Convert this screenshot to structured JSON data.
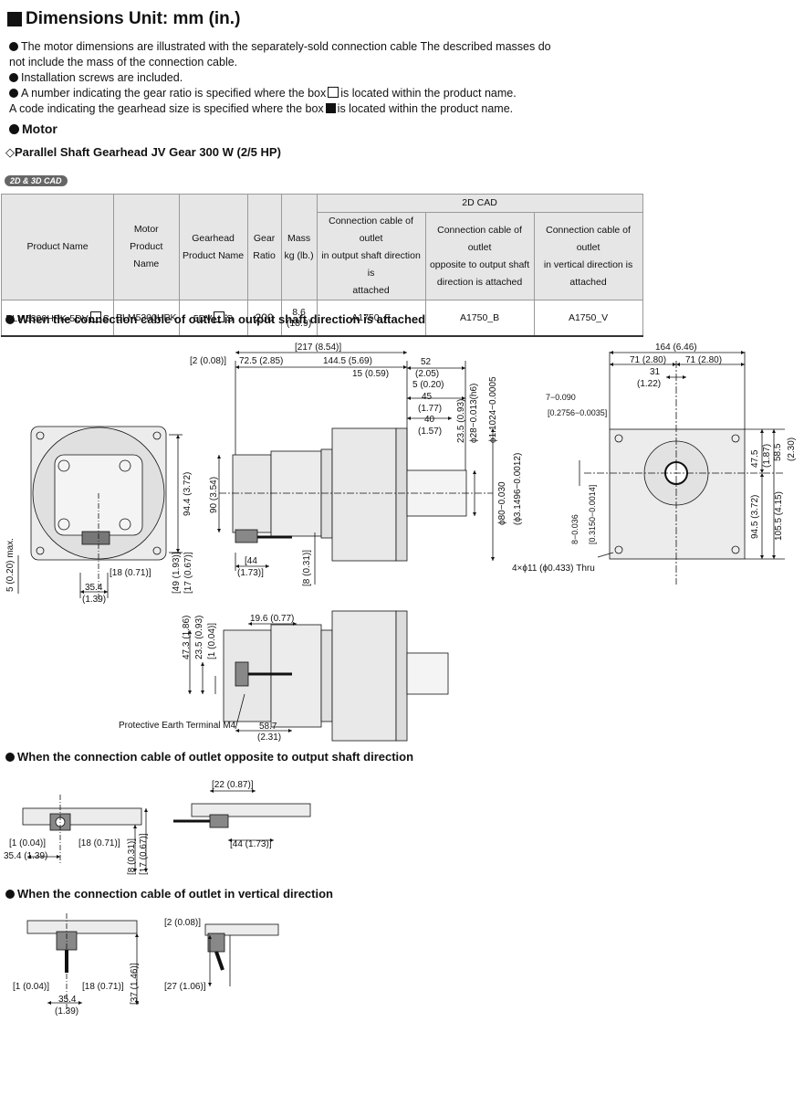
{
  "heading": "Dimensions Unit: mm (in.)",
  "notes": {
    "n1a": "The motor dimensions are  illustrated with the separately-sold connection cable The described masses do",
    "n1b": "not include the mass of the connection cable.",
    "n2": "Installation screws are included.",
    "n3a": "A number indicating the gear ratio is specified where the box",
    "n3b": "is located within the product name.",
    "n4a": "A code indicating the gearhead size is specified where the box",
    "n4b": "is located within the product name."
  },
  "motor_heading": "Motor",
  "gearhead_heading": "Parallel Shaft Gearhead JV Gear 300 W (2/5 HP)",
  "cad_tag": "2D & 3D CAD",
  "table": {
    "h_product": "Product Name",
    "h_motor": [
      "Motor",
      "Product Name"
    ],
    "h_gearhead": [
      "Gearhead",
      "Product Name"
    ],
    "h_ratio": [
      "Gear",
      "Ratio"
    ],
    "h_mass": [
      "Mass",
      "kg (lb.)"
    ],
    "h_cad": "2D CAD",
    "h_cad1": [
      "Connection cable of outlet",
      "in output shaft direction is",
      "attached"
    ],
    "h_cad2": [
      "Connection cable of outlet",
      "opposite to output shaft",
      "direction is attached"
    ],
    "h_cad3": [
      "Connection cable of outlet",
      "in vertical direction is",
      "attached"
    ],
    "row": {
      "product_prefix": "BLM5300HPK-5DV",
      "product_suffix": "S",
      "motor": "BLM5300HPK",
      "gearhead_prefix": "5DV",
      "gearhead_suffix": "S",
      "ratio": "200",
      "mass_kg": "8.6",
      "mass_lb": "(18.9)",
      "cad1": "A1750_F",
      "cad2": "A1750_B",
      "cad3": "A1750_V"
    }
  },
  "sections": {
    "s1": "When the connection cable of outlet in output shaft direction is attached",
    "s2": "When the connection cable of outlet opposite to output shaft direction",
    "s3": "When the connection cable of outlet in vertical direction"
  },
  "dims": {
    "d217": "[217 (8.54)]",
    "d2": "[2 (0.08)]",
    "d725": "72.5 (2.85)",
    "d1445": "144.5 (5.69)",
    "d15": "15 (0.59)",
    "d52": "52",
    "d52in": "(2.05)",
    "d5": "5 (0.20)",
    "d45": "45",
    "d45in": "(1.77)",
    "d40": "40",
    "d40in": "(1.57)",
    "d235": "23.5 (0.93)",
    "d28": "ϕ28−0.013(h6)",
    "d1102": "ϕ1.1024−0.0005",
    "d80": "ϕ80−0.030",
    "d3149": "(ϕ3.1496−0.0012)",
    "d90": "90 (3.54)",
    "d944": "94.4 (3.72)",
    "d5max": "5 (0.20) max.",
    "d18": "[18 (0.71)]",
    "d354": "35.4",
    "d354in": "(1.39)",
    "d49": "[49 (1.93)]",
    "d17": "[17 (0.67)]",
    "d44": "[44",
    "d44in": "(1.73)]",
    "d8": "[8 (0.31)]",
    "d164": "164 (6.46)",
    "d71a": "71 (2.80)",
    "d71b": "71 (2.80)",
    "d31": "31",
    "d31in": "(1.22)",
    "d7": "7−0.090",
    "d02756": "[0.2756−0.0035]",
    "d475": "47.5",
    "d475in": "(1.87)",
    "d585": "58.5",
    "d585in": "(2.30)",
    "d945": "94.5 (3.72)",
    "d1055": "105.5 (4.15)",
    "d8k": "8−0.036",
    "d0315": "[0.3150−0.0014]",
    "dholes": "4×ϕ11 (ϕ0.433) Thru",
    "d473": "47.3 (1.86)",
    "d235b": "23.5 (0.93)",
    "d1b": "[1 (0.04)]",
    "d196": "19.6 (0.77)",
    "dpe": "Protective Earth Terminal M4",
    "d587": "58.7",
    "d587in": "(2.31)",
    "d1c": "[1 (0.04)]",
    "d354c": "35.4 (1.39)",
    "d18c": "[18 (0.71)]",
    "d8c": "[8 (0.31)]",
    "d17c": "[17 (0.67)]",
    "d22": "[22 (0.87)]",
    "d44c": "[44 (1.73)]",
    "d2d": "[2 (0.08)]",
    "d1d": "[1 (0.04)]",
    "d18d": "[18 (0.71)]",
    "d37": "[37 (1.46)]",
    "d354d": "35.4",
    "d354din": "(1.39)",
    "d27": "[27 (1.06)]"
  }
}
